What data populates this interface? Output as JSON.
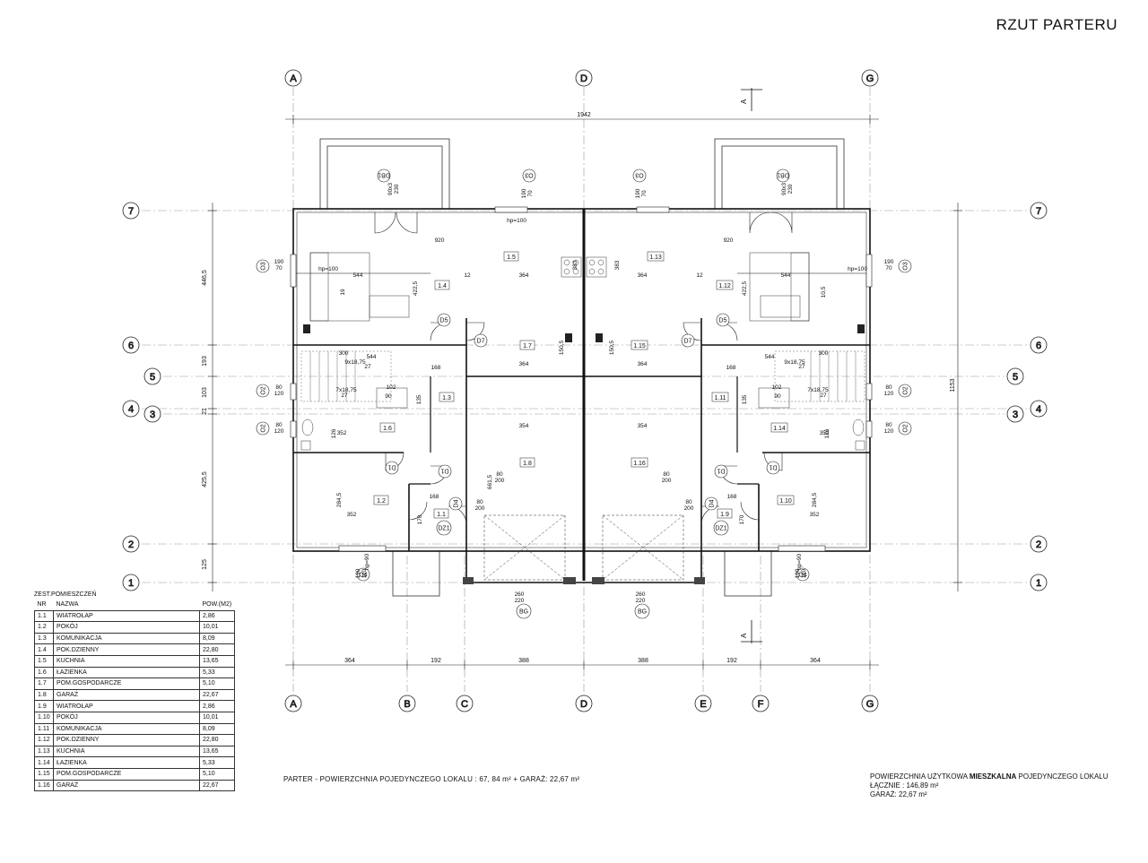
{
  "title": "RZUT PARTERU",
  "axes": {
    "top_letters": [
      "A",
      "D",
      "G"
    ],
    "bottom_letters": [
      "A",
      "B",
      "C",
      "D",
      "E",
      "F",
      "G"
    ],
    "left_numbers": [
      "7",
      "6",
      "5",
      "4",
      "3",
      "2",
      "1"
    ],
    "right_numbers": [
      "7",
      "6",
      "5",
      "3",
      "4",
      "2",
      "1"
    ]
  },
  "dimensions": {
    "overall_width": "1942",
    "bottom_chain": [
      "364",
      "192",
      "388",
      "388",
      "192",
      "364"
    ],
    "left_vertical": [
      "446,5",
      "193",
      "103",
      "21",
      "425,5",
      "125"
    ],
    "right_total": "1153"
  },
  "section_marker": "A",
  "room_labels": [
    "1.1",
    "1.2",
    "1.3",
    "1.4",
    "1.5",
    "1.6",
    "1.7",
    "1.8",
    "1.9",
    "1.10",
    "1.11",
    "1.12",
    "1.13",
    "1.14",
    "1.15",
    "1.16"
  ],
  "openings": {
    "DB1": "DB1",
    "O2": "O2",
    "O3": "O3",
    "O4": "O4",
    "D1": "D1",
    "D4": "D4",
    "D5": "D5",
    "D7": "D7",
    "DZ1": "DZ1",
    "BG": "BG"
  },
  "inner_dims": {
    "d920": "920",
    "d544": "544",
    "d364": "364",
    "d12": "12",
    "d383": "383",
    "d422": "422,5",
    "d19": "19",
    "d105": "10,5",
    "d300": "300",
    "d168": "168",
    "d102": "102",
    "d90": "90",
    "d352": "352",
    "d354": "354",
    "d661": "661,5",
    "d284": "284,5",
    "d170": "170",
    "d150": "150,5",
    "d135": "135",
    "d126": "126",
    "d80": "80",
    "d200": "200",
    "d260": "260",
    "d220": "220",
    "d190": "190",
    "d70": "70",
    "hp100": "hp=100",
    "hp90": "hp=90",
    "stairs1": "9x18,75",
    "stairs2": "7x18,75",
    "s27": "27",
    "d120": "120",
    "d110": "110",
    "d1904": "190",
    "d230": "230",
    "w90x3": "90x3"
  },
  "rooms_table": {
    "caption": "ZEST.POMIESZCZEŃ",
    "headers": {
      "nr": "NR",
      "name": "NAZWA",
      "area": "POW.(M2)"
    },
    "rows": [
      {
        "nr": "1.1",
        "name": "WIATROŁAP",
        "area": "2,86"
      },
      {
        "nr": "1.2",
        "name": "POKÓJ",
        "area": "10,01"
      },
      {
        "nr": "1.3",
        "name": "KOMUNIKACJA",
        "area": "8,09"
      },
      {
        "nr": "1.4",
        "name": "POK.DZIENNY",
        "area": "22,80"
      },
      {
        "nr": "1.5",
        "name": "KUCHNIA",
        "area": "13,65"
      },
      {
        "nr": "1.6",
        "name": "ŁAZIENKA",
        "area": "5,33"
      },
      {
        "nr": "1.7",
        "name": "POM.GOSPODARCZE",
        "area": "5,10"
      },
      {
        "nr": "1.8",
        "name": "GARAŻ",
        "area": "22,67"
      },
      {
        "nr": "1.9",
        "name": "WIATROŁAP",
        "area": "2,86"
      },
      {
        "nr": "1.10",
        "name": "POKÓJ",
        "area": "10,01"
      },
      {
        "nr": "1.11",
        "name": "KOMUNIKACJA",
        "area": "8,09"
      },
      {
        "nr": "1.12",
        "name": "POK.DZIENNY",
        "area": "22,80"
      },
      {
        "nr": "1.13",
        "name": "KUCHNIA",
        "area": "13,65"
      },
      {
        "nr": "1.14",
        "name": "ŁAZIENKA",
        "area": "5,33"
      },
      {
        "nr": "1.15",
        "name": "POM.GOSPODARCZE",
        "area": "5,10"
      },
      {
        "nr": "1.16",
        "name": "GARAŻ",
        "area": "22,67"
      }
    ]
  },
  "summary_left": "PARTER - POWIERZCHNIA POJEDYNCZEGO LOKALU : 67, 84 m² + GARAŻ: 22,67 m²",
  "summary_right": {
    "line1_pre": "POWIERZCHNIA UŻYTKOWA ",
    "line1_bold": "MIESZKALNA",
    "line1_post": " POJEDYNCZEGO LOKALU",
    "line2": "ŁĄCZNIE : 146,89 m²",
    "line3": "GARAŻ: 22,67 m²"
  }
}
